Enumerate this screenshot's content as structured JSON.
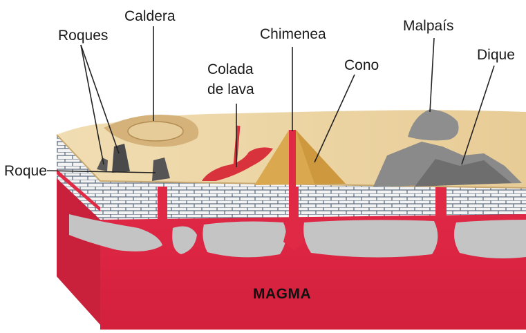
{
  "labels": {
    "caldera": "Caldera",
    "roques": "Roques",
    "chimenea": "Chimenea",
    "malpais": "Malpaís",
    "colada_line1": "Colada",
    "colada_line2": "de lava",
    "cono": "Cono",
    "dique": "Dique",
    "roque": "Roque",
    "magma": "MAGMA"
  },
  "colors": {
    "magma": "#e02a45",
    "magma_dark": "#b81e36",
    "crust": "#eed7a8",
    "crust_dark": "#d9b97c",
    "rock_layer": "#f2f2f2",
    "intrusion": "#c2c2c2",
    "malpais": "#8c8c8c",
    "cone": "#d9a84f",
    "leader": "#222222"
  }
}
